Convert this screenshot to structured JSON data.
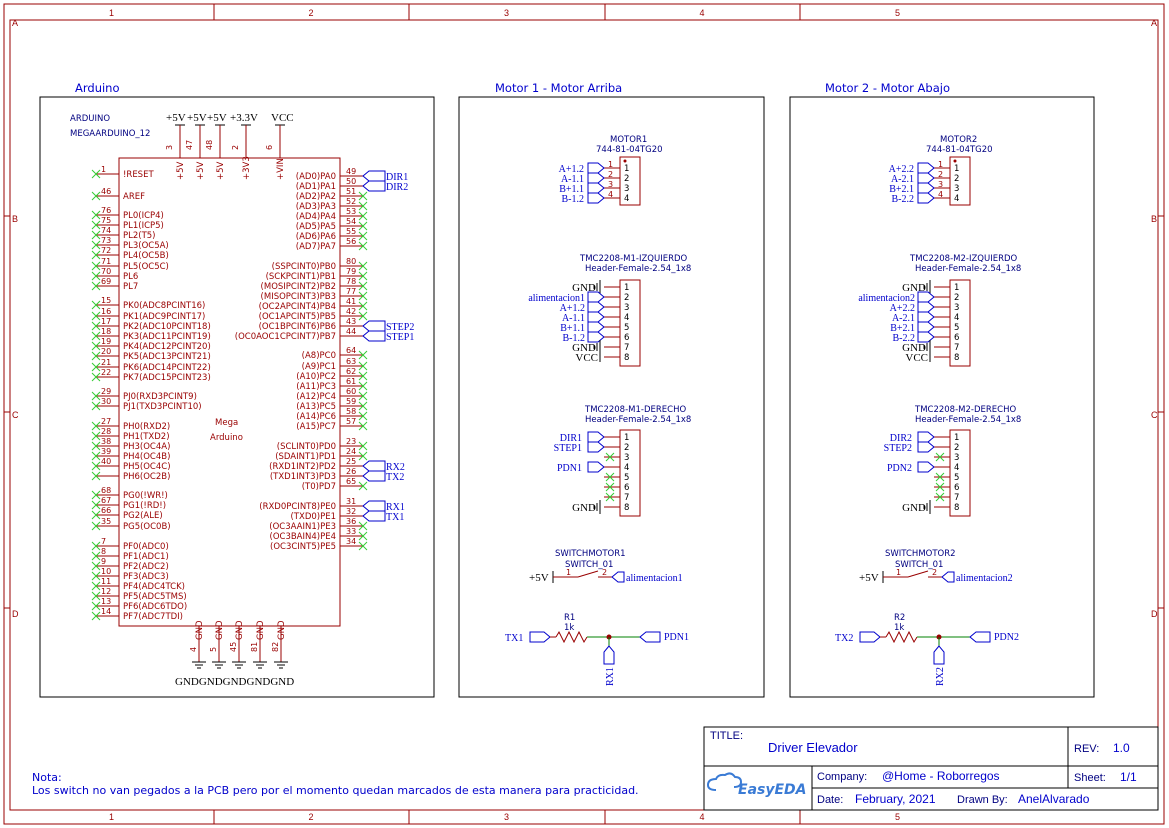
{
  "frame": {
    "columns": [
      "1",
      "2",
      "3",
      "4",
      "5"
    ],
    "rows": [
      "A",
      "B",
      "C",
      "D"
    ]
  },
  "blocks": {
    "arduino": "Arduino",
    "motor1": "Motor 1 - Motor Arriba",
    "motor2": "Motor 2 - Motor Abajo"
  },
  "arduino": {
    "name": "ARDUINO",
    "part": "MEGAARDUINO_12",
    "power_top": [
      "+5V",
      "+5V",
      "+5V",
      "+3.3V",
      "VCC"
    ],
    "power_pin_nums": [
      "3",
      "47",
      "48",
      "2",
      "6"
    ],
    "power_pin_names": [
      "+5V",
      "+5V",
      "+5V",
      "+3V3",
      "+VIN"
    ],
    "left_pins": [
      {
        "n": "1",
        "t": "!RESET"
      },
      {
        "n": "46",
        "t": "AREF"
      },
      {
        "n": "76",
        "t": "PL0(ICP4)"
      },
      {
        "n": "75",
        "t": "PL1(ICP5)"
      },
      {
        "n": "74",
        "t": "PL2(T5)"
      },
      {
        "n": "73",
        "t": "PL3(OC5A)"
      },
      {
        "n": "72",
        "t": "PL4(OC5B)"
      },
      {
        "n": "71",
        "t": "PL5(OC5C)"
      },
      {
        "n": "70",
        "t": "PL6"
      },
      {
        "n": "69",
        "t": "PL7"
      },
      {
        "n": "15",
        "t": "PK0(ADC8PCINT16)"
      },
      {
        "n": "16",
        "t": "PK1(ADC9PCINT17)"
      },
      {
        "n": "17",
        "t": "PK2(ADC10PCINT18)"
      },
      {
        "n": "18",
        "t": "PK3(ADC11PCINT19)"
      },
      {
        "n": "19",
        "t": "PK4(ADC12PCINT20)"
      },
      {
        "n": "20",
        "t": "PK5(ADC13PCINT21)"
      },
      {
        "n": "21",
        "t": "PK6(ADC14PCINT22)"
      },
      {
        "n": "22",
        "t": "PK7(ADC15PCINT23)"
      },
      {
        "n": "29",
        "t": "PJ0(RXD3PCINT9)"
      },
      {
        "n": "30",
        "t": "PJ1(TXD3PCINT10)"
      },
      {
        "n": "27",
        "t": "PH0(RXD2)"
      },
      {
        "n": "28",
        "t": "PH1(TXD2)"
      },
      {
        "n": "38",
        "t": "PH3(OC4A)"
      },
      {
        "n": "39",
        "t": "PH4(OC4B)"
      },
      {
        "n": "40",
        "t": "PH5(OC4C)"
      },
      {
        "n": "",
        "t": "PH6(OC2B)"
      },
      {
        "n": "68",
        "t": "PG0(!WR!)"
      },
      {
        "n": "67",
        "t": "PG1(!RD!)"
      },
      {
        "n": "66",
        "t": "PG2(ALE)"
      },
      {
        "n": "35",
        "t": "PG5(OC0B)"
      },
      {
        "n": "7",
        "t": "PF0(ADC0)"
      },
      {
        "n": "8",
        "t": "PF1(ADC1)"
      },
      {
        "n": "9",
        "t": "PF2(ADC2)"
      },
      {
        "n": "10",
        "t": "PF3(ADC3)"
      },
      {
        "n": "11",
        "t": "PF4(ADC4TCK)"
      },
      {
        "n": "12",
        "t": "PF5(ADC5TMS)"
      },
      {
        "n": "13",
        "t": "PF6(ADC6TDO)"
      },
      {
        "n": "14",
        "t": "PF7(ADC7TDI)"
      }
    ],
    "right_pins": [
      {
        "n": "49",
        "t": "(AD0)PA0",
        "net": "DIR1"
      },
      {
        "n": "50",
        "t": "(AD1)PA1",
        "net": "DIR2"
      },
      {
        "n": "51",
        "t": "(AD2)PA2"
      },
      {
        "n": "52",
        "t": "(AD3)PA3"
      },
      {
        "n": "53",
        "t": "(AD4)PA4"
      },
      {
        "n": "54",
        "t": "(AD5)PA5"
      },
      {
        "n": "55",
        "t": "(AD6)PA6"
      },
      {
        "n": "56",
        "t": "(AD7)PA7"
      },
      {
        "n": "80",
        "t": "(SSPCINT0)PB0"
      },
      {
        "n": "79",
        "t": "(SCKPCINT1)PB1"
      },
      {
        "n": "78",
        "t": "(MOSIPCINT2)PB2"
      },
      {
        "n": "77",
        "t": "(MISOPCINT3)PB3"
      },
      {
        "n": "41",
        "t": "(OC2APCINT4)PB4"
      },
      {
        "n": "42",
        "t": "(OC1APCINT5)PB5"
      },
      {
        "n": "43",
        "t": "(OC1BPCINT6)PB6",
        "net": "STEP2"
      },
      {
        "n": "44",
        "t": "(OC0AOC1CPCINT7)PB7",
        "net": "STEP1"
      },
      {
        "n": "64",
        "t": "(A8)PC0"
      },
      {
        "n": "63",
        "t": "(A9)PC1"
      },
      {
        "n": "62",
        "t": "(A10)PC2"
      },
      {
        "n": "61",
        "t": "(A11)PC3"
      },
      {
        "n": "60",
        "t": "(A12)PC4"
      },
      {
        "n": "59",
        "t": "(A13)PC5"
      },
      {
        "n": "58",
        "t": "(A14)PC6"
      },
      {
        "n": "57",
        "t": "(A15)PC7"
      },
      {
        "n": "23",
        "t": "(SCLINT0)PD0"
      },
      {
        "n": "24",
        "t": "(SDAINT1)PD1"
      },
      {
        "n": "25",
        "t": "(RXD1INT2)PD2",
        "net": "RX2"
      },
      {
        "n": "26",
        "t": "(TXD1INT3)PD3",
        "net": "TX2"
      },
      {
        "n": "65",
        "t": "(T0)PD7"
      },
      {
        "n": "31",
        "t": "(RXD0PCINT8)PE0",
        "net": "RX1"
      },
      {
        "n": "32",
        "t": "(TXD0)PE1",
        "net": "TX1"
      },
      {
        "n": "36",
        "t": "(OC3AAIN1)PE3"
      },
      {
        "n": "33",
        "t": "(OC3BAIN4)PE4"
      },
      {
        "n": "34",
        "t": "(OC3CINT5)PE5"
      }
    ],
    "gnd_pin_nums": [
      "4",
      "5",
      "45",
      "81",
      "82"
    ],
    "gnd_pin_names": [
      "GND",
      "GND",
      "GND",
      "GND",
      "GND"
    ],
    "gnd_label": "GNDGNDGNDGNDGND",
    "center_label": [
      "Mega",
      "Arduino"
    ]
  },
  "motors": [
    {
      "motor_ref": "MOTOR1",
      "motor_part": "744-81-04TG20",
      "motor_nets": [
        "A+1.2",
        "A-1.1",
        "B+1.1",
        "B-1.2"
      ],
      "izq_ref": "TMC2208-M1-IZQUIERDO",
      "izq_part": "Header-Female-2.54_1x8",
      "izq_nets": [
        "GND",
        "alimentacion1",
        "A+1.2",
        "A-1.1",
        "B+1.1",
        "B-1.2",
        "GND",
        "VCC"
      ],
      "der_ref": "TMC2208-M1-DERECHO",
      "der_part": "Header-Female-2.54_1x8",
      "der_nets": [
        "DIR1",
        "STEP1",
        "",
        "PDN1",
        "",
        "",
        "",
        "GND"
      ],
      "sw_ref": "SWITCHMOTOR1",
      "sw_part": "SWITCH_01",
      "sw_in": "+5V",
      "sw_out": "alimentacion1",
      "r_ref": "R1",
      "r_val": "1k",
      "r_left": "TX1",
      "r_right": "PDN1",
      "r_down": "RX1"
    },
    {
      "motor_ref": "MOTOR2",
      "motor_part": "744-81-04TG20",
      "motor_nets": [
        "A+2.2",
        "A-2.1",
        "B+2.1",
        "B-2.2"
      ],
      "izq_ref": "TMC2208-M2-IZQUIERDO",
      "izq_part": "Header-Female-2.54_1x8",
      "izq_nets": [
        "GND",
        "alimentacion2",
        "A+2.2",
        "A-2.1",
        "B+2.1",
        "B-2.2",
        "GND",
        "VCC"
      ],
      "der_ref": "TMC2208-M2-DERECHO",
      "der_part": "Header-Female-2.54_1x8",
      "der_nets": [
        "DIR2",
        "STEP2",
        "",
        "PDN2",
        "",
        "",
        "",
        "GND"
      ],
      "sw_ref": "SWITCHMOTOR2",
      "sw_part": "SWITCH_01",
      "sw_in": "+5V",
      "sw_out": "alimentacion2",
      "r_ref": "R2",
      "r_val": "1k",
      "r_left": "TX2",
      "r_right": "PDN2",
      "r_down": "RX2"
    }
  ],
  "note": {
    "label": "Nota:",
    "text": "Los switch no van pegados a la PCB pero por el momento quedan marcados de esta manera para practicidad."
  },
  "title_block": {
    "title_label": "TITLE:",
    "title": "Driver Elevador",
    "rev_label": "REV:",
    "rev": "1.0",
    "company_label": "Company:",
    "company": "@Home - Roborregos",
    "sheet_label": "Sheet:",
    "sheet": "1/1",
    "date_label": "Date:",
    "date": "February, 2021",
    "drawn_label": "Drawn By:",
    "drawn": "AnelAlvarado",
    "logo": "EasyEDA"
  },
  "colors": {
    "frame": "#990000",
    "text_blue": "#0000cc",
    "wire": "#008000",
    "noconnect": "#33cc33"
  }
}
